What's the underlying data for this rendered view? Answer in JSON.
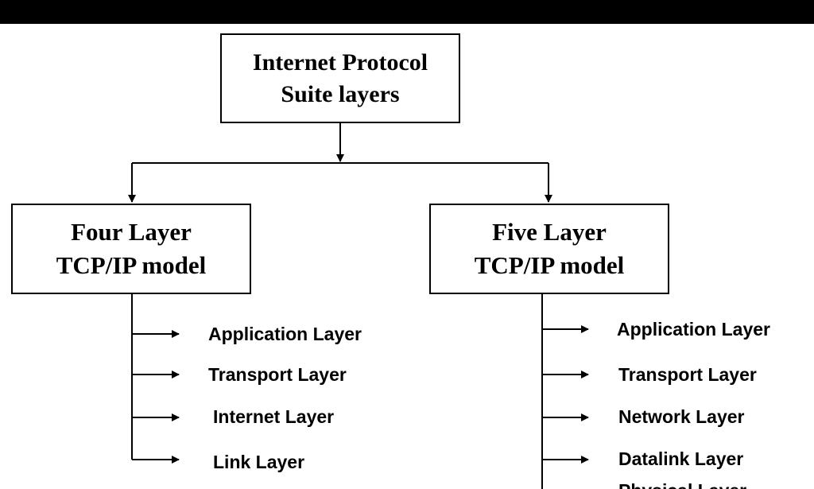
{
  "diagram": {
    "root": {
      "line1": "Internet Protocol",
      "line2": "Suite layers"
    },
    "four_layer": {
      "line1": "Four Layer",
      "line2": "TCP/IP model",
      "layers": [
        "Application Layer",
        "Transport Layer",
        "Internet Layer",
        "Link Layer"
      ]
    },
    "five_layer": {
      "line1": "Five Layer",
      "line2": "TCP/IP model",
      "layers": [
        "Application Layer",
        "Transport Layer",
        "Network Layer",
        "Datalink Layer",
        "Physical Layer"
      ]
    }
  },
  "colors": {
    "background": "#ffffff",
    "line": "#000000",
    "top_bar": "#000000"
  }
}
